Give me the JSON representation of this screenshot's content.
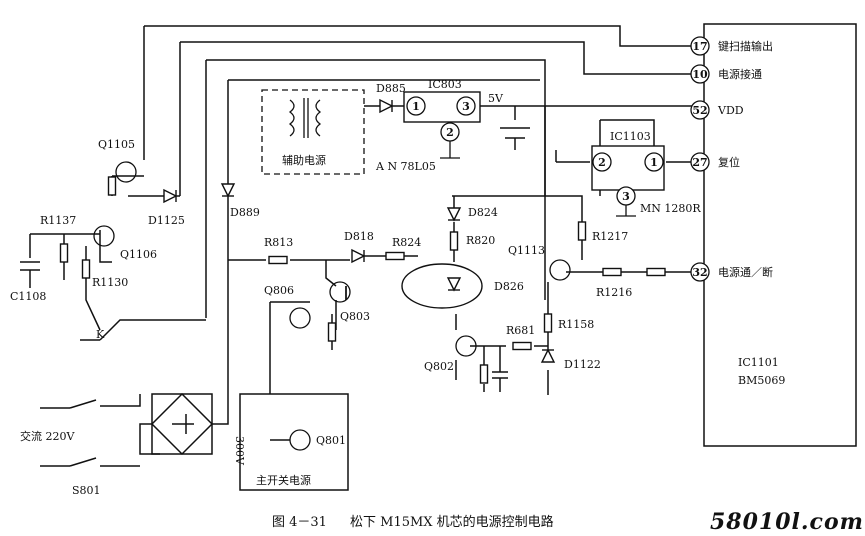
{
  "title": "松下 M15MX 机芯的电源控制电路",
  "figure_number": "图 4－31",
  "watermark": "58010l.com",
  "chip": {
    "ref": "IC1101",
    "part": "BM5069"
  },
  "pins": [
    {
      "num": "17",
      "label": "键扫描输出"
    },
    {
      "num": "10",
      "label": "电源接通"
    },
    {
      "num": "52",
      "label": "VDD"
    },
    {
      "num": "27",
      "label": "复位"
    },
    {
      "num": "32",
      "label": "电源通／断"
    }
  ],
  "regulator": {
    "ref": "IC803",
    "part": "A N 78L05",
    "pins": [
      "1",
      "2",
      "3"
    ],
    "output": "5V"
  },
  "reset_ic": {
    "ref": "IC1103",
    "part": "MN 1280R",
    "pins": [
      "2",
      "1",
      "3"
    ]
  },
  "aux_supply": "辅助电源",
  "main_supply": "主开关电源",
  "ac_input": "交流 220V",
  "dc_bus": "300V",
  "components": {
    "d885": "D885",
    "q1105": "Q1105",
    "d1125": "D1125",
    "r1137": "R1137",
    "q1106": "Q1106",
    "r1130": "R1130",
    "c1108": "C1108",
    "d889": "D889",
    "k": "K",
    "r813": "R813",
    "d818": "D818",
    "r824": "R824",
    "q806": "Q806",
    "q803": "Q803",
    "d824": "D824",
    "r820": "R820",
    "d826": "D826",
    "r681": "R681",
    "q802": "Q802",
    "q1113": "Q1113",
    "r1217": "R1217",
    "r1216": "R1216",
    "r1158": "R1158",
    "d1122": "D1122",
    "s801": "S801",
    "q801": "Q801"
  }
}
